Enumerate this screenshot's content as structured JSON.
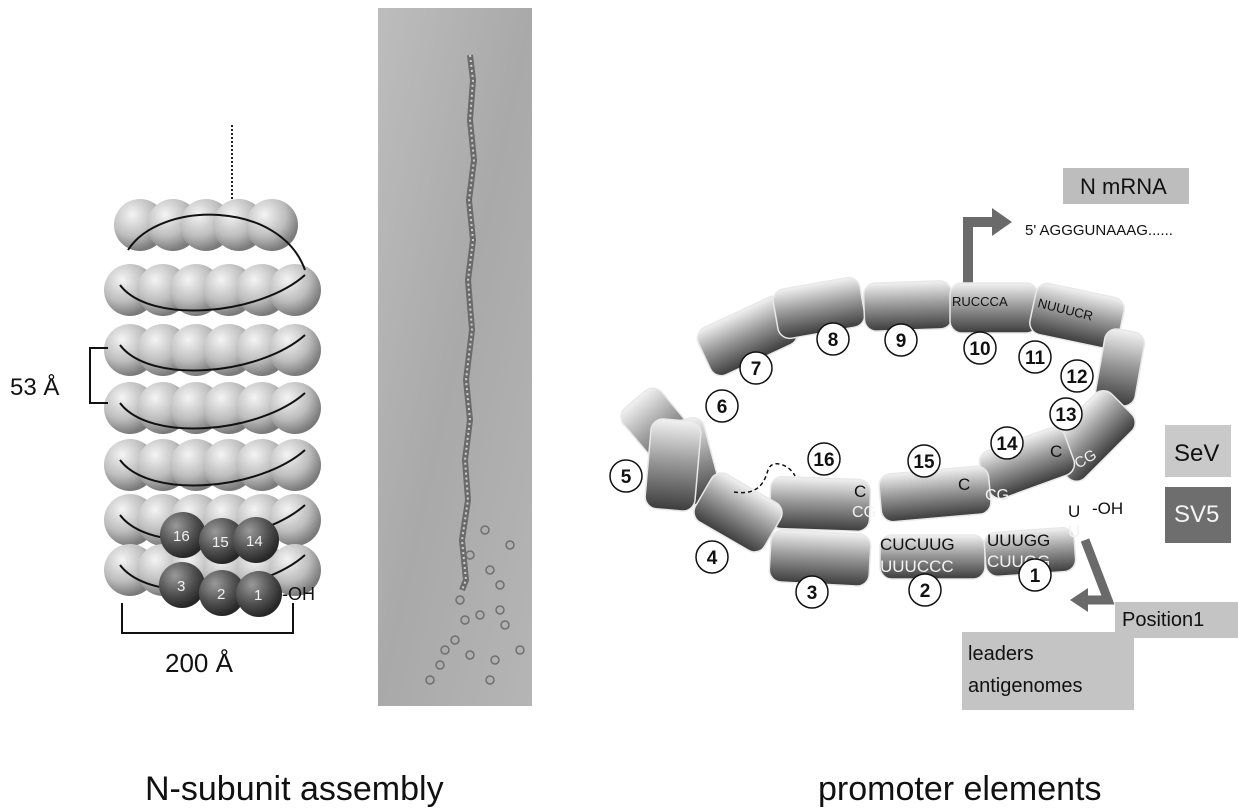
{
  "panel_left": {
    "caption": "N-subunit assembly",
    "pitch_label": "53 Å",
    "diameter_label": "200 Å",
    "terminal_label": "-OH",
    "upper_subunits": [
      "16",
      "15",
      "14"
    ],
    "lower_subunits": [
      "3",
      "2",
      "1"
    ]
  },
  "panel_right": {
    "caption": "promoter elements",
    "n_mrna_label": "N mRNA",
    "mrna_sequence": "5' AGGGUNAAAG......",
    "seq_rucca": "RUCCCA",
    "seq_nuucr": "NUUUCR",
    "seq_cucuug": "CUCUUG",
    "seq_uuugg": "UUUGG",
    "seq_uuuccc": "UUUCCC",
    "seq_cuugg": "CUUGG",
    "u_top": "U",
    "u_bottom": "U",
    "oh_label": "-OH",
    "c_16": "C",
    "cg_16": "CG",
    "c_15": "C",
    "cg_15": "CG",
    "c_14": "C",
    "cg_14": "CG",
    "position_label": "Position1",
    "leaders_label_1": "leaders",
    "leaders_label_2": "antigenomes",
    "legend": [
      {
        "label": "SeV",
        "color": "#c9c9c9"
      },
      {
        "label": "SV5",
        "color": "#6e6e6e"
      }
    ],
    "circled_numbers": [
      "1",
      "2",
      "3",
      "4",
      "5",
      "6",
      "7",
      "8",
      "9",
      "10",
      "11",
      "12",
      "13",
      "14",
      "15",
      "16"
    ]
  }
}
